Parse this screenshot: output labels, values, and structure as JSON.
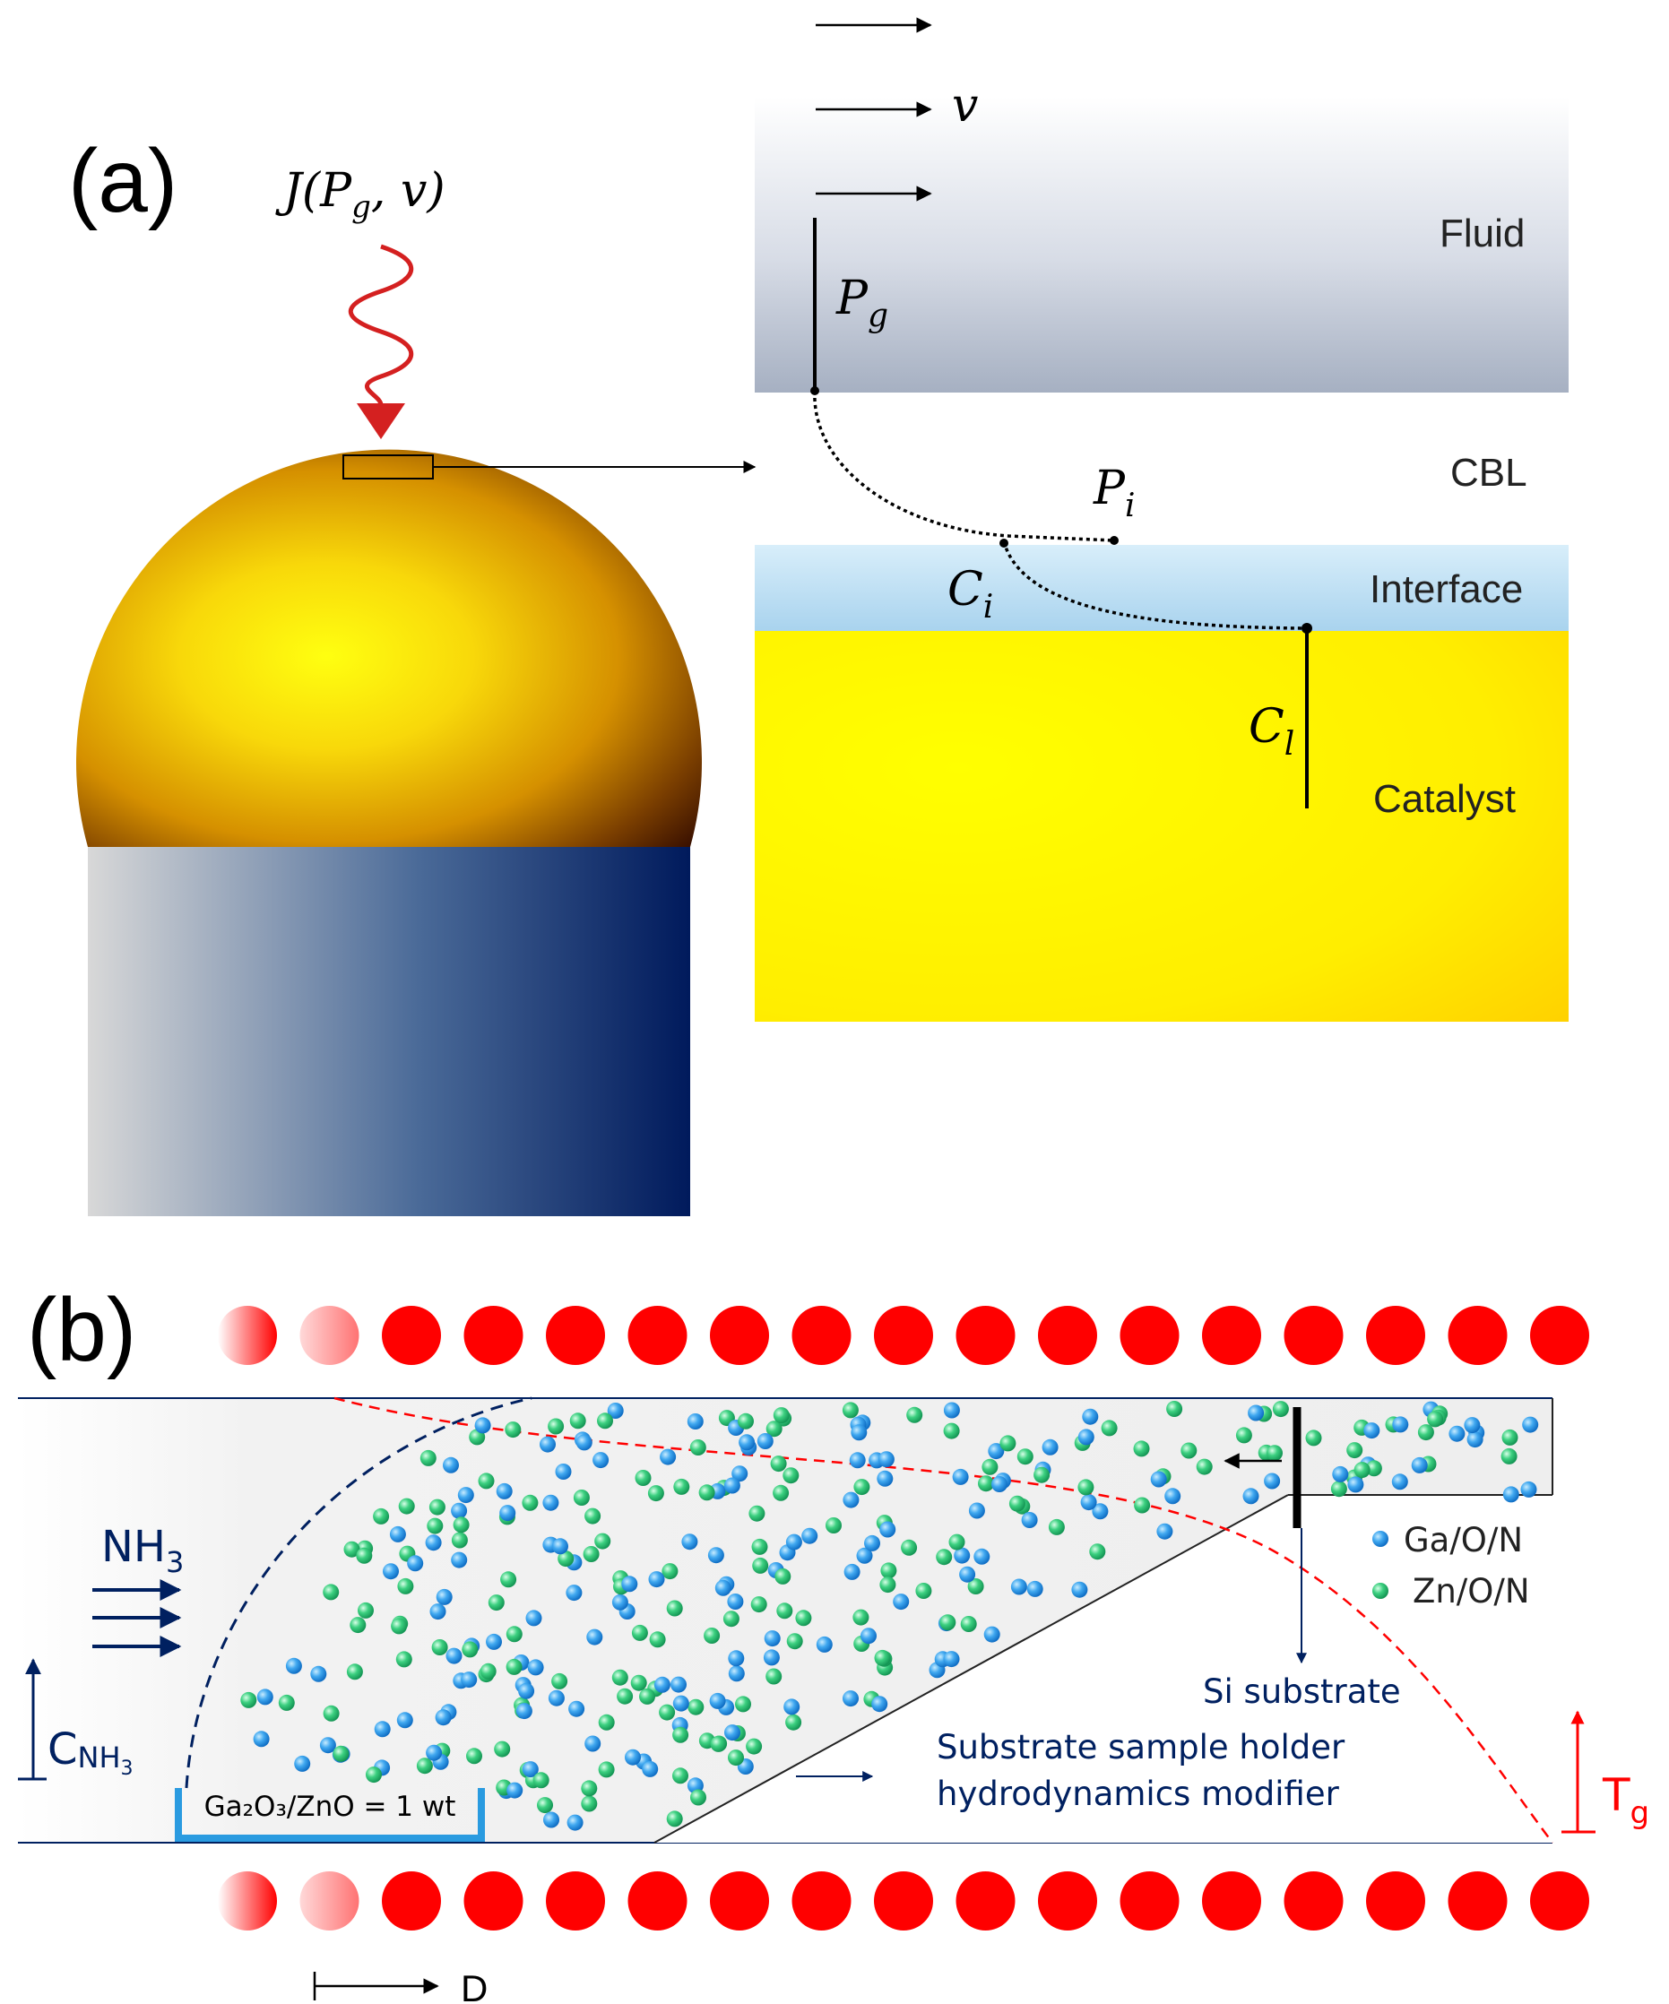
{
  "panel_a": {
    "label": "(a)",
    "flux_label": "J(Pg, v)",
    "velocity_label": "v",
    "layers": {
      "fluid": "Fluid",
      "cbl": "CBL",
      "interface": "Interface",
      "catalyst": "Catalyst"
    },
    "quantities": {
      "pg": "Pg",
      "pi": "Pi",
      "ci": "Ci",
      "cl": "Cl"
    },
    "colors": {
      "flux_arrow": "#d42020",
      "fluid_top": "#ffffff",
      "fluid_bottom": "#a8b2c4",
      "interface": "#bfe0f3",
      "catalyst": "#ffee00",
      "droplet": "#f2b705",
      "nanowire": "#00256b"
    }
  },
  "panel_b": {
    "label": "(b)",
    "gas_label": "NH",
    "gas_subscript": "3",
    "concentration_label": "C",
    "concentration_sub": "NH",
    "concentration_sub2": "3",
    "source_label": "Ga₂O₃/ZnO = 1 wt",
    "legend": [
      {
        "label": "Ga/O/N",
        "color": "#1e88d8"
      },
      {
        "label": "Zn/O/N",
        "color": "#20b868"
      }
    ],
    "substrate_label": "Si substrate",
    "holder_label_line1": "Substrate sample holder",
    "holder_label_line2": "hydrodynamics modifier",
    "temperature_label": "T",
    "temperature_sub": "g",
    "distance_label": "D",
    "colors": {
      "heater": "#ff0000",
      "labels": "#002060",
      "temperature": "#ff0000"
    }
  }
}
